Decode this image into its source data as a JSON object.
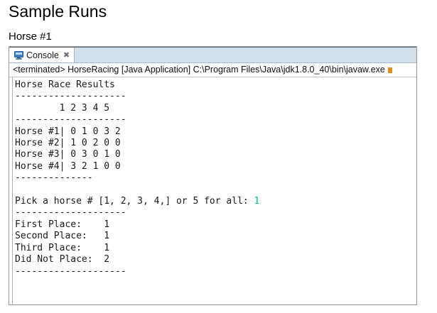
{
  "page": {
    "title": "Sample Runs",
    "section_label": "Horse #1"
  },
  "console": {
    "tab": {
      "label": "Console",
      "close_glyph": "✖",
      "icon": "console-monitor-icon"
    },
    "launch_config": "<terminated> HorseRacing [Java Application] C:\\Program Files\\Java\\jdk1.8.0_40\\bin\\javaw.exe",
    "colors": {
      "tab_strip": "#d4dfec",
      "panel_border": "#9a9a9a",
      "input_echo": "#00c878",
      "text": "#1a1a1a"
    },
    "output": {
      "header": "Horse Race Results",
      "separator_long": "--------------------",
      "separator_short": "--------------",
      "column_header": "        1 2 3 4 5",
      "rows": [
        "Horse #1| 0 1 0 3 2",
        "Horse #2| 1 0 2 0 0",
        "Horse #3| 0 3 0 1 0",
        "Horse #4| 3 2 1 0 0"
      ],
      "blank": "",
      "prompt": "Pick a horse # [1, 2, 3, 4,] or 5 for all: ",
      "prompt_input": "1",
      "results": [
        "First Place:    1",
        "Second Place:   1",
        "Third Place:    1",
        "Did Not Place:  2"
      ]
    },
    "race_data": {
      "type": "table",
      "title": "Horse Race Results",
      "columns": [
        "1",
        "2",
        "3",
        "4",
        "5"
      ],
      "row_labels": [
        "Horse #1",
        "Horse #2",
        "Horse #3",
        "Horse #4"
      ],
      "values": [
        [
          0,
          1,
          0,
          3,
          2
        ],
        [
          1,
          0,
          2,
          0,
          0
        ],
        [
          0,
          3,
          0,
          1,
          0
        ],
        [
          3,
          2,
          1,
          0,
          0
        ]
      ],
      "selected_horse": 1,
      "summary": {
        "First Place": 1,
        "Second Place": 1,
        "Third Place": 1,
        "Did Not Place": 2
      }
    }
  }
}
